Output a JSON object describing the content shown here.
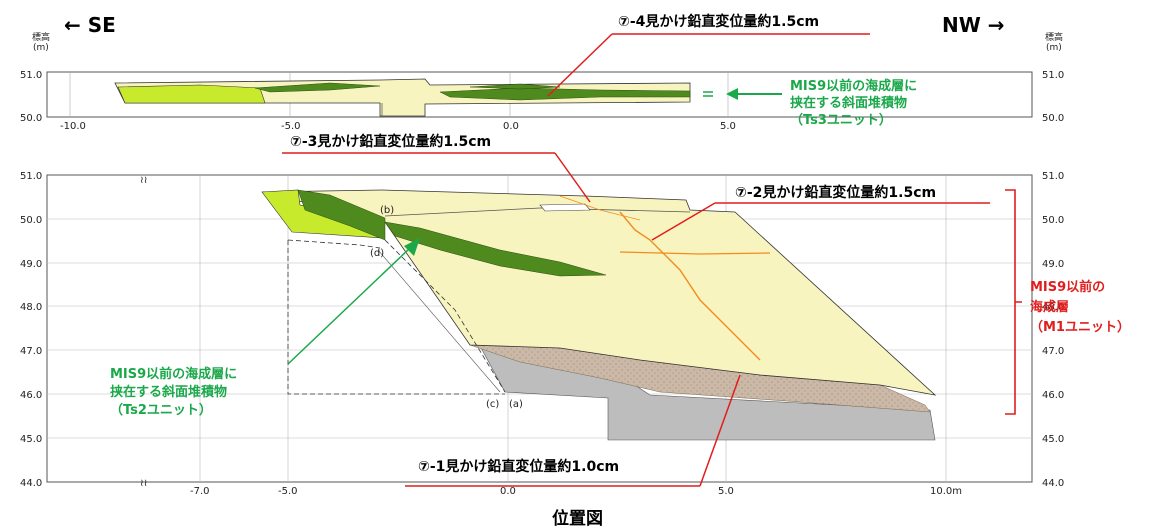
{
  "directions": {
    "left": "← SE",
    "right": "NW →"
  },
  "axis_label": {
    "line1": "標高",
    "line2": "(m)"
  },
  "top_panel": {
    "y_ticks": [
      "51.0",
      "50.0"
    ],
    "x_ticks": [
      "-10.0",
      "-5.0",
      "0.0",
      "5.0"
    ]
  },
  "main_panel": {
    "y_ticks": [
      "51.0",
      "50.0",
      "49.0",
      "48.0",
      "47.0",
      "46.0",
      "45.0",
      "44.0"
    ],
    "x_ticks": [
      "-7.0",
      "-5.0",
      "0.0",
      "5.0",
      "10.0m"
    ]
  },
  "annotations": {
    "a4": "⑦-4見かけ鉛直変位量約1.5cm",
    "a3": "⑦-3見かけ鉛直変位量約1.5cm",
    "a2": "⑦-2見かけ鉛直変位量約1.5cm",
    "a1": "⑦-1見かけ鉛直変位量約1.0cm",
    "ts3": [
      "MIS9以前の海成層に",
      "挟在する斜面堆積物",
      "（Ts3ユニット）"
    ],
    "ts2": [
      "MIS9以前の海成層に",
      "挟在する斜面堆積物",
      "（Ts2ユニット）"
    ],
    "m1": [
      "MIS9以前の",
      "海成層",
      "（M1ユニット）"
    ]
  },
  "point_labels": {
    "a": "(a)",
    "b": "(b)",
    "c": "(c)",
    "d": "(d)"
  },
  "caption": "位置図",
  "colors": {
    "sand": "#f8f4bf",
    "light_green": "#c8ea2c",
    "dark_green": "#4f8a1e",
    "gray_base": "#bdbdbd",
    "brown_layer": "#cbb8a6",
    "fault_orange": "#f28c1e",
    "annot_red": "#e11d1d",
    "annot_green": "#1aa84a"
  }
}
